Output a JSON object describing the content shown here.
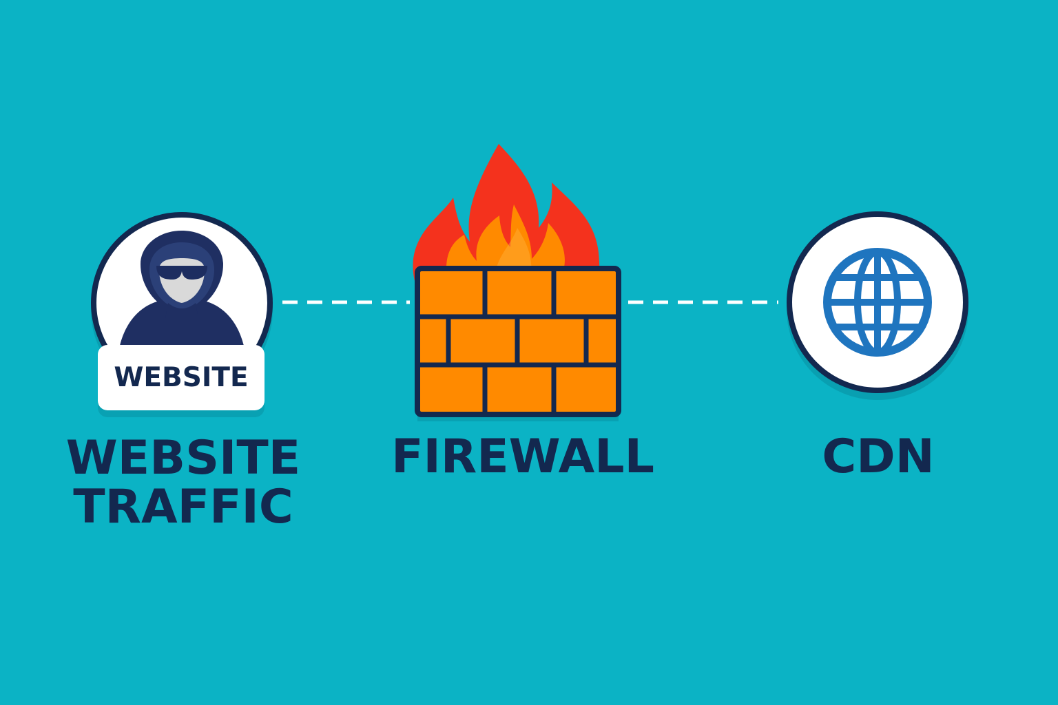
{
  "diagram": {
    "background_color": "#0bb3c5",
    "nodes": {
      "traffic": {
        "badge": "WEBSITE",
        "label_line1": "WEBSITE",
        "label_line2": "TRAFFIC",
        "icon": "hooded-hacker-icon"
      },
      "firewall": {
        "label": "FIREWALL",
        "icon": "brick-wall-with-flames-icon"
      },
      "cdn": {
        "label": "CDN",
        "icon": "globe-icon"
      }
    },
    "connections": [
      {
        "from": "traffic",
        "to": "firewall",
        "style": "dashed"
      },
      {
        "from": "firewall",
        "to": "cdn",
        "style": "dashed"
      }
    ],
    "colors": {
      "navy": "#13284f",
      "orange": "#ff8a00",
      "flame_red": "#f4321d",
      "globe_blue": "#1f75bf",
      "white": "#ffffff"
    }
  }
}
